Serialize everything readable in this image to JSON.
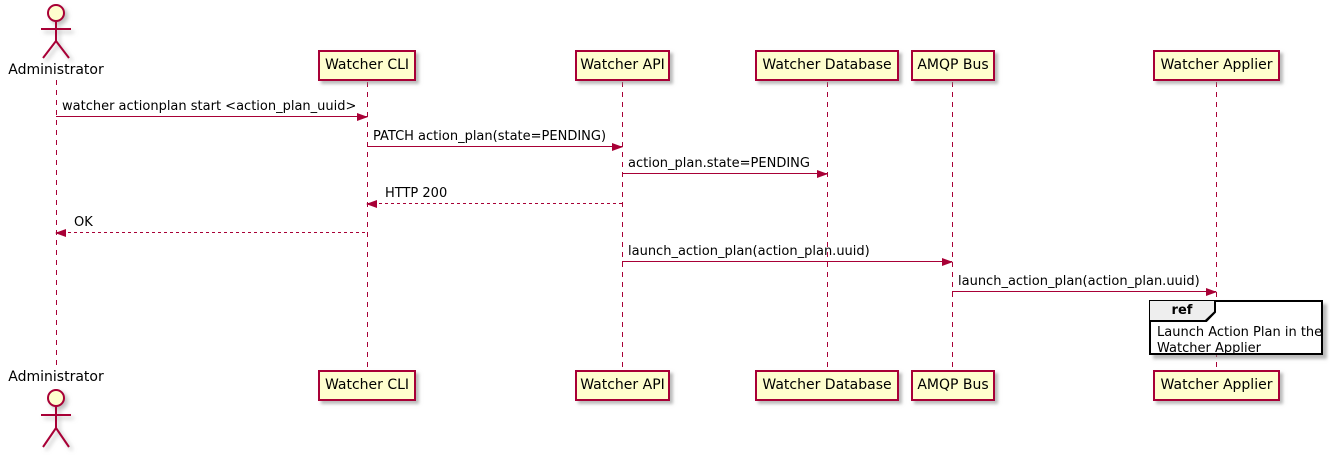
{
  "actor": {
    "name": "Administrator"
  },
  "participants": [
    {
      "label": "Watcher CLI"
    },
    {
      "label": "Watcher API"
    },
    {
      "label": "Watcher Database"
    },
    {
      "label": "AMQP Bus"
    },
    {
      "label": "Watcher Applier"
    }
  ],
  "messages": [
    {
      "from": "Administrator",
      "to": "Watcher CLI",
      "label": "watcher actionplan start <action_plan_uuid>",
      "style": "solid"
    },
    {
      "from": "Watcher CLI",
      "to": "Watcher API",
      "label": "PATCH action_plan(state=PENDING)",
      "style": "solid"
    },
    {
      "from": "Watcher API",
      "to": "Watcher Database",
      "label": "action_plan.state=PENDING",
      "style": "solid"
    },
    {
      "from": "Watcher API",
      "to": "Watcher CLI",
      "label": "HTTP 200",
      "style": "dashed"
    },
    {
      "from": "Watcher CLI",
      "to": "Administrator",
      "label": "OK",
      "style": "dashed"
    },
    {
      "from": "Watcher API",
      "to": "AMQP Bus",
      "label": "launch_action_plan(action_plan.uuid)",
      "style": "solid"
    },
    {
      "from": "AMQP Bus",
      "to": "Watcher Applier",
      "label": "launch_action_plan(action_plan.uuid)",
      "style": "solid"
    }
  ],
  "ref": {
    "keyword": "ref",
    "line1": "Launch Action Plan in the",
    "line2": "Watcher Applier"
  },
  "colors": {
    "accent": "#A80036",
    "participant_fill": "#FEFECE",
    "ref_header_fill": "#EEEEEE",
    "frame_border": "#000000"
  }
}
